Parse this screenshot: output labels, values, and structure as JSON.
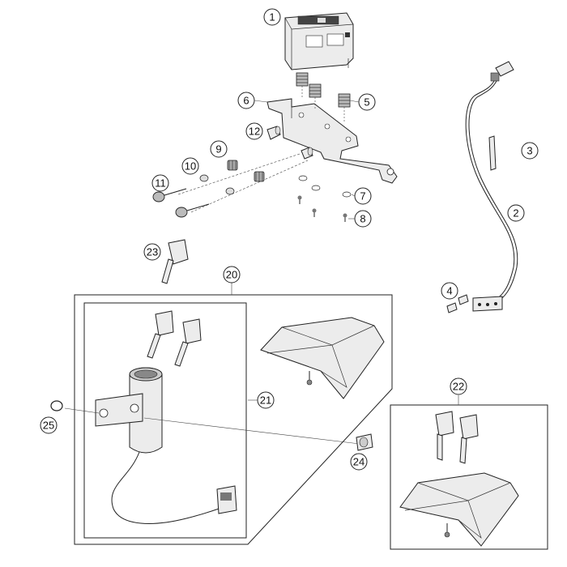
{
  "callouts": [
    "1",
    "2",
    "3",
    "4",
    "5",
    "6",
    "7",
    "8",
    "9",
    "10",
    "11",
    "12",
    "20",
    "21",
    "22",
    "23",
    "24",
    "25"
  ]
}
